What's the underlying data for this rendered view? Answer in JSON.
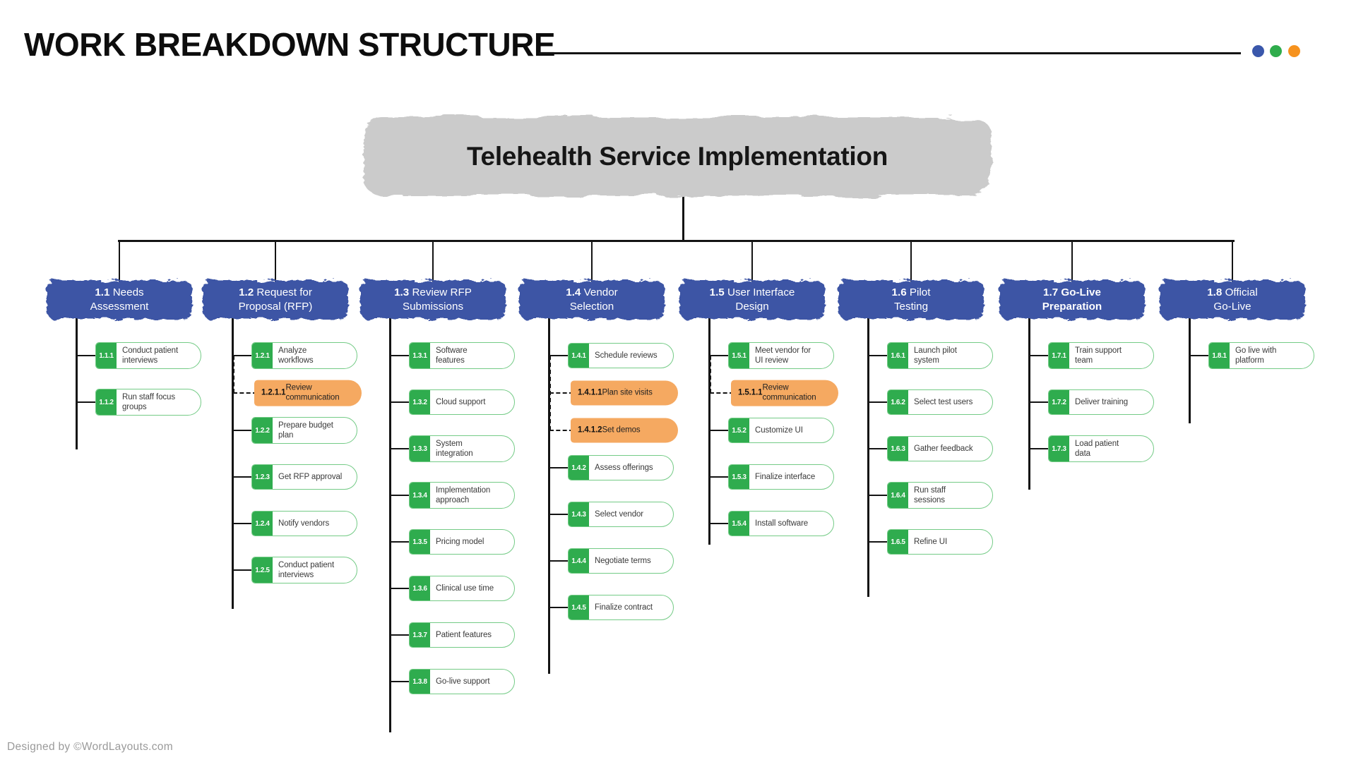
{
  "header": {
    "title": "WORK BREAKDOWN STRUCTURE",
    "decoration_dots": [
      "#3A57AB",
      "#2FAC4C",
      "#F6921E"
    ]
  },
  "root": {
    "label": "Telehealth Service Implementation"
  },
  "footer": {
    "credit": "Designed by ©WordLayouts.com"
  },
  "theme": {
    "branch_blue": "#3C55A5",
    "task_green": "#2FAC4E",
    "task_green_border": "#74CB86",
    "subtask_orange": "#F5A961",
    "root_gray": "#CBCBCB",
    "connector_ink": "#141414"
  },
  "branches": [
    {
      "num": "1.1",
      "label": "Needs\nAssessment",
      "items": [
        {
          "num": "1.1.1",
          "label": "Conduct patient\ninterviews",
          "type": "task"
        },
        {
          "num": "1.1.2",
          "label": "Run staff focus\ngroups",
          "type": "task"
        }
      ]
    },
    {
      "num": "1.2",
      "label": "Request for\nProposal (RFP)",
      "items": [
        {
          "num": "1.2.1",
          "label": "Analyze\nworkflows",
          "type": "task"
        },
        {
          "num": "1.2.1.1",
          "label": "Review\ncommunication",
          "type": "subtask"
        },
        {
          "num": "1.2.2",
          "label": "Prepare budget\nplan",
          "type": "task"
        },
        {
          "num": "1.2.3",
          "label": "Get RFP approval",
          "type": "task"
        },
        {
          "num": "1.2.4",
          "label": "Notify vendors",
          "type": "task"
        },
        {
          "num": "1.2.5",
          "label": "Conduct patient\ninterviews",
          "type": "task"
        }
      ]
    },
    {
      "num": "1.3",
      "label": "Review RFP\nSubmissions",
      "items": [
        {
          "num": "1.3.1",
          "label": "Software\nfeatures",
          "type": "task"
        },
        {
          "num": "1.3.2",
          "label": "Cloud support",
          "type": "task"
        },
        {
          "num": "1.3.3",
          "label": "System\nintegration",
          "type": "task"
        },
        {
          "num": "1.3.4",
          "label": "Implementation\napproach",
          "type": "task"
        },
        {
          "num": "1.3.5",
          "label": "Pricing model",
          "type": "task"
        },
        {
          "num": "1.3.6",
          "label": "Clinical use time",
          "type": "task"
        },
        {
          "num": "1.3.7",
          "label": "Patient features",
          "type": "task"
        },
        {
          "num": "1.3.8",
          "label": "Go-live support",
          "type": "task"
        }
      ]
    },
    {
      "num": "1.4",
      "label": "Vendor\nSelection",
      "items": [
        {
          "num": "1.4.1",
          "label": "Schedule reviews",
          "type": "task"
        },
        {
          "num": "1.4.1.1",
          "label": "Plan site visits",
          "type": "subtask"
        },
        {
          "num": "1.4.1.2",
          "label": "Set demos",
          "type": "subtask"
        },
        {
          "num": "1.4.2",
          "label": "Assess offerings",
          "type": "task"
        },
        {
          "num": "1.4.3",
          "label": "Select vendor",
          "type": "task"
        },
        {
          "num": "1.4.4",
          "label": "Negotiate terms",
          "type": "task"
        },
        {
          "num": "1.4.5",
          "label": "Finalize contract",
          "type": "task"
        }
      ]
    },
    {
      "num": "1.5",
      "label": "User Interface\nDesign",
      "items": [
        {
          "num": "1.5.1",
          "label": "Meet vendor for\nUI review",
          "type": "task"
        },
        {
          "num": "1.5.1.1",
          "label": "Review\ncommunication",
          "type": "subtask"
        },
        {
          "num": "1.5.2",
          "label": "Customize UI",
          "type": "task"
        },
        {
          "num": "1.5.3",
          "label": "Finalize interface",
          "type": "task"
        },
        {
          "num": "1.5.4",
          "label": "Install software",
          "type": "task"
        }
      ]
    },
    {
      "num": "1.6",
      "label": "Pilot\nTesting",
      "items": [
        {
          "num": "1.6.1",
          "label": "Launch pilot\nsystem",
          "type": "task"
        },
        {
          "num": "1.6.2",
          "label": "Select test users",
          "type": "task"
        },
        {
          "num": "1.6.3",
          "label": "Gather feedback",
          "type": "task"
        },
        {
          "num": "1.6.4",
          "label": "Run staff\nsessions",
          "type": "task"
        },
        {
          "num": "1.6.5",
          "label": "Refine UI",
          "type": "task"
        }
      ]
    },
    {
      "num": "1.7",
      "label": "Go-Live\nPreparation",
      "bold": true,
      "items": [
        {
          "num": "1.7.1",
          "label": "Train support\nteam",
          "type": "task"
        },
        {
          "num": "1.7.2",
          "label": "Deliver training",
          "type": "task"
        },
        {
          "num": "1.7.3",
          "label": "Load patient\ndata",
          "type": "task"
        }
      ]
    },
    {
      "num": "1.8",
      "label": "Official\nGo-Live",
      "items": [
        {
          "num": "1.8.1",
          "label": "Go live with\nplatform",
          "type": "task"
        }
      ]
    }
  ]
}
